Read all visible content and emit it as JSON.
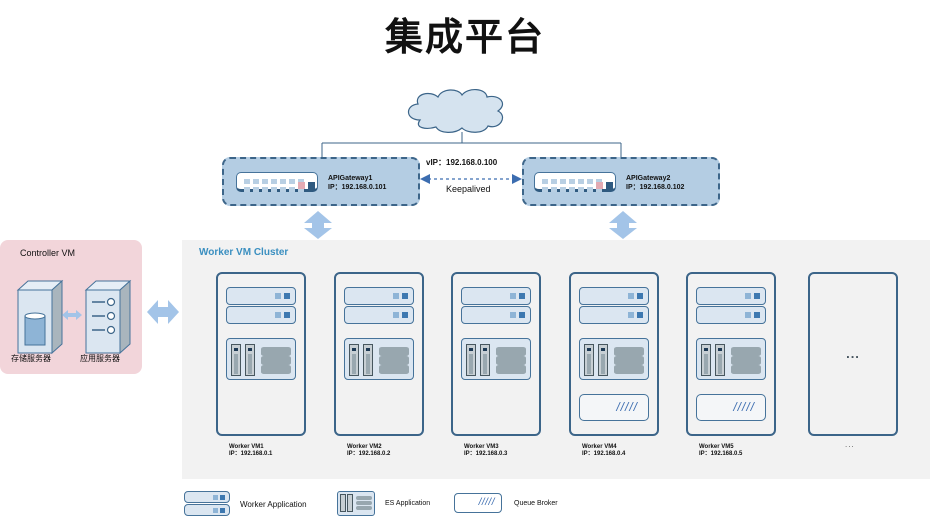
{
  "title": "集成平台",
  "gateway": {
    "vip": "vIP：192.168.0.100",
    "link_label": "Keepalived",
    "nodes": [
      {
        "name": "APIGateway1",
        "ip": "IP：192.168.0.101"
      },
      {
        "name": "APIGateway2",
        "ip": "IP：192.168.0.102"
      }
    ]
  },
  "controller": {
    "title": "Controller VM",
    "servers": [
      {
        "label": "存储服务器"
      },
      {
        "label": "应用服务器"
      }
    ]
  },
  "cluster": {
    "title": "Worker VM Cluster",
    "workers": [
      {
        "name": "Worker VM1",
        "ip": "IP：192.168.0.1",
        "queue_broker": false
      },
      {
        "name": "Worker VM2",
        "ip": "IP：192.168.0.2",
        "queue_broker": false
      },
      {
        "name": "Worker VM3",
        "ip": "IP：192.168.0.3",
        "queue_broker": false
      },
      {
        "name": "Worker VM4",
        "ip": "IP：192.168.0.4",
        "queue_broker": true
      },
      {
        "name": "Worker VM5",
        "ip": "IP：192.168.0.5",
        "queue_broker": true
      }
    ],
    "more_box_text": "...",
    "more_label": "..."
  },
  "legend": {
    "worker_application": "Worker Application",
    "es_application": "ES Application",
    "queue_broker": "Queue Broker",
    "queue_glyph": "/////"
  },
  "colors": {
    "gateway_fill": "#b4cde3",
    "gateway_border": "#3c6589",
    "controller_fill": "#f2d5da",
    "cluster_fill": "#f2f2f2",
    "cluster_title": "#3a8fc0",
    "arrow": "#a3c4e8"
  }
}
